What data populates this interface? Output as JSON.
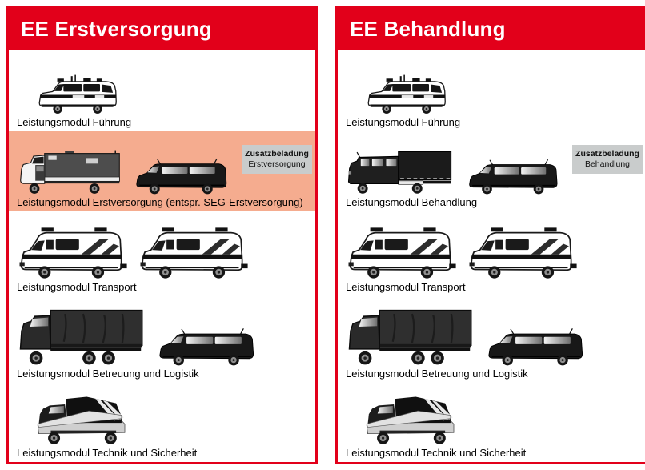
{
  "colors": {
    "header_red": "#E2001A",
    "highlight_salmon": "#F5AC8F",
    "badge_gray": "#C9CCCC",
    "vehicle_dark": "#1b1b1b",
    "vehicle_white": "#ffffff"
  },
  "panels": [
    {
      "title": "EE Erstversorgung",
      "rows": [
        {
          "label": "Leistungsmodul Führung",
          "vehicles": [
            "command-car-icon"
          ],
          "highlighted": false
        },
        {
          "label": "Leistungsmodul Erstversorgung (entspr. SEG-Erstversorgung)",
          "vehicles": [
            "box-truck-icon",
            "minibus-dark-icon"
          ],
          "highlighted": true,
          "badge": {
            "line1": "Zusatzbeladung",
            "line2": "Erstversorgung"
          }
        },
        {
          "label": "Leistungsmodul Transport",
          "vehicles": [
            "ambulance-icon",
            "ambulance-icon"
          ],
          "highlighted": false
        },
        {
          "label": "Leistungsmodul Betreuung und Logistik",
          "vehicles": [
            "tarp-truck-icon",
            "minibus-dark-icon"
          ],
          "highlighted": false
        },
        {
          "label": "Leistungsmodul Technik und Sicherheit",
          "vehicles": [
            "technik-pickup-icon"
          ],
          "highlighted": false
        }
      ]
    },
    {
      "title": "EE Behandlung",
      "rows": [
        {
          "label": "Leistungsmodul Führung",
          "vehicles": [
            "command-car-icon"
          ],
          "highlighted": false
        },
        {
          "label": "Leistungsmodul Behandlung",
          "vehicles": [
            "crewcab-truck-icon",
            "minibus-dark-icon"
          ],
          "highlighted": false,
          "badge": {
            "line1": "Zusatzbeladung",
            "line2": "Behandlung"
          }
        },
        {
          "label": "Leistungsmodul Transport",
          "vehicles": [
            "ambulance-icon",
            "ambulance-icon"
          ],
          "highlighted": false
        },
        {
          "label": "Leistungsmodul Betreuung und Logistik",
          "vehicles": [
            "tarp-truck-icon",
            "minibus-dark-icon"
          ],
          "highlighted": false
        },
        {
          "label": "Leistungsmodul Technik und Sicherheit",
          "vehicles": [
            "technik-pickup-icon"
          ],
          "highlighted": false
        }
      ]
    }
  ]
}
